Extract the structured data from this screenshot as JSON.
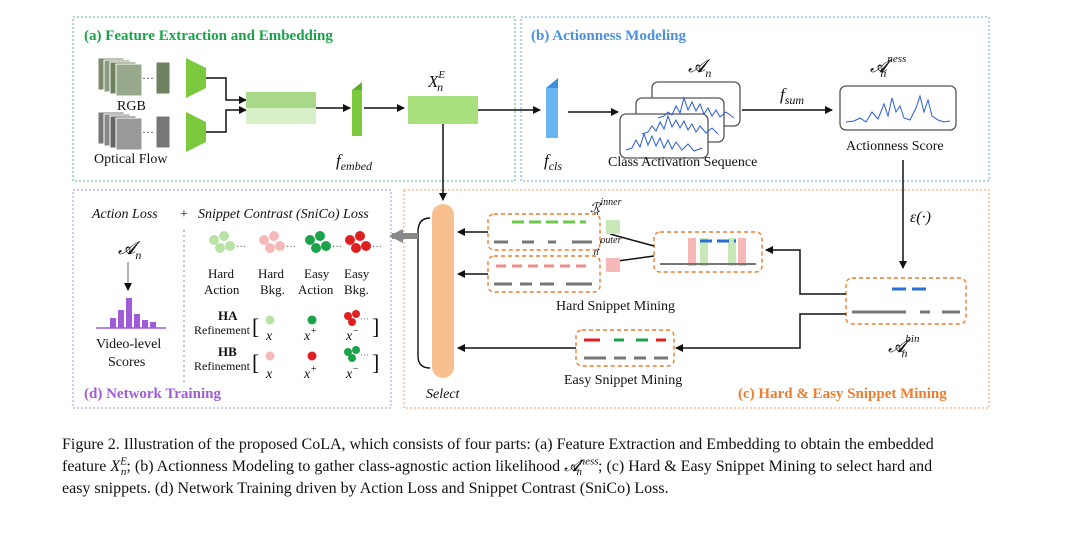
{
  "panels": {
    "a": "(a) Feature Extraction and Embedding",
    "b": "(b) Actionness Modeling",
    "c": "(c) Hard & Easy Snippet Mining",
    "d": "(d) Network Training"
  },
  "panel_a": {
    "rgb": "RGB",
    "flow": "Optical Flow",
    "f_embed": "f",
    "f_embed_sub": "embed",
    "x_main": "X",
    "x_sub": "n",
    "x_sup": "E"
  },
  "panel_b": {
    "f_cls": "f",
    "f_cls_sub": "cls",
    "a_n": "𝓐",
    "a_n_sub": "n",
    "f_sum": "f",
    "f_sum_sub": "sum",
    "a_ness": "𝓐",
    "a_ness_sub": "n",
    "a_ness_sup": "ness",
    "cas_label": "Class Activation Sequence",
    "score_label": "Actionness Score"
  },
  "panel_c": {
    "epsilon": "ε(·)",
    "r_inner": "ℛ",
    "r_inner_sub": "n",
    "r_inner_sup": "inner",
    "r_outer": "ℛ",
    "r_outer_sub": "n",
    "r_outer_sup": "outer",
    "hard_label": "Hard Snippet Mining",
    "easy_label": "Easy Snippet Mining",
    "a_bin": "𝓐",
    "a_bin_sub": "n",
    "a_bin_sup": "bin",
    "select": "Select"
  },
  "panel_d": {
    "action_loss": "Action Loss",
    "plus": "+",
    "snico_loss": "Snippet Contrast (SniCo) Loss",
    "a_n": "𝓐",
    "a_n_sub": "n",
    "video_level_1": "Video-level",
    "video_level_2": "Scores",
    "hard_action_1": "Hard",
    "hard_action_2": "Action",
    "hard_bkg_1": "Hard",
    "hard_bkg_2": "Bkg.",
    "easy_action_1": "Easy",
    "easy_action_2": "Action",
    "easy_bkg_1": "Easy",
    "easy_bkg_2": "Bkg.",
    "ha": "HA",
    "hb": "HB",
    "refinement": "Refinement",
    "x": "x",
    "x_plus": "x",
    "x_minus": "x",
    "plus_sup": "+",
    "minus_sup": "−"
  },
  "caption": {
    "line1": "Figure 2. Illustration of the proposed CoLA, which consists of four parts: (a) Feature Extraction and Embedding to obtain the embedded",
    "line2a": "feature ",
    "line2_x": "X",
    "line2_x_sub": "n",
    "line2_x_sup": "E",
    "line2b": "; (b) Actionness Modeling to gather class-agnostic action likelihood ",
    "line2_a": "𝓐",
    "line2_a_sub": "n",
    "line2_a_sup": "ness",
    "line2c": "; (c) Hard & Easy Snippet Mining to select hard and",
    "line3": "easy snippets. (d) Network Training driven by Action Loss and Snippet Contrast (SniCo) Loss."
  },
  "colors": {
    "green_title": "#1aa34a",
    "blue_title": "#4a90e2",
    "orange_title": "#ee7d2b",
    "purple_title": "#a05cd8",
    "embed_green": "#9fd87a",
    "cls_blue": "#5aa8f0",
    "select_orange": "#f7c08e"
  }
}
